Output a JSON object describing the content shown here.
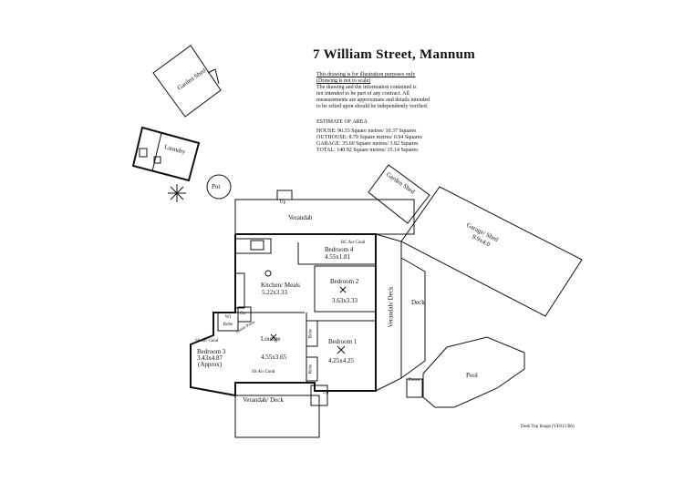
{
  "title": "7 William Street, Mannum",
  "disclaimer": {
    "line1": "This drawing is for illustration purposes only",
    "line2": "(Drawing is not to scale)",
    "line3": "The drawing and the information contained is",
    "line4": "not intended to be part of any contract. All",
    "line5": "measurements are approximate and details intended",
    "line6": "to be relied upon should be independently verified."
  },
  "estimate": {
    "heading": "ESTIMATE OF AREA",
    "house": "HOUSE: 96.33 Square metres/ 10.37 Squares",
    "outhouse": "OUTHOUSE: 8.79 Square metres/ 0.94 Squares",
    "garage": "GARAGE: 35.60 Square metres/ 3.82 Squares",
    "total": "TOTAL: 140.92 Square metres/ 15.14 Squares"
  },
  "rooms": {
    "garden_shed_1": "Garden Shed",
    "laundry": "Laundry",
    "pot": "Pot",
    "garden_shed_2": "Garden Shed",
    "verandah_top": "Verandah",
    "up_top": "Up",
    "rc_air_cond": "RC Air Cond",
    "bedroom4": "Bedroom 4",
    "bedroom4_size": "4.55x1.81",
    "garage": "Garage/ Shed",
    "garage_size": "8.9x4.0",
    "kitchen": "Kitchen/ Meals",
    "kitchen_size": "5.22x3.33",
    "bedroom2": "Bedroom 2",
    "bedroom2_size": "3.63x3.33",
    "verandah_deck_right": "Verandah/ Deck",
    "deck": "Deck",
    "wi_robe": "WI Robe",
    "ctr": "Ctr",
    "linen_press": "Linen Press",
    "robe1": "Robe",
    "robe2": "Robe",
    "ss_air_cond_1": "SS Air Cond",
    "bedroom3": "Bedroom 3",
    "bedroom3_size": "3.43x4.87",
    "bedroom3_note": "(Approx)",
    "lounge": "Lounge",
    "lounge_size": "4.55x3.65",
    "bedroom1": "Bedroom 1",
    "bedroom1_size": "4.25x4.25",
    "ss_air_cond_2": "SS Air Cond",
    "verandah_deck_bottom": "Verandah/ Deck",
    "up_bottom": "Up",
    "down": "Down",
    "pool": "Pool"
  },
  "footer": "Desk Top Image (VE013 B6)"
}
